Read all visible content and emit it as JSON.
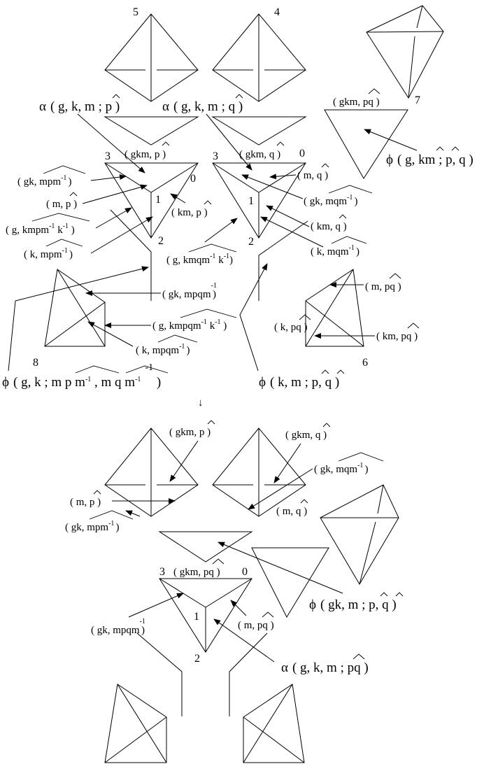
{
  "vertex_labels": {
    "tet_5": "5",
    "tet_4": "4",
    "tet_7": "7",
    "tet_8": "8",
    "tet_6": "6",
    "left_tri": {
      "v3": "3",
      "v0": "0",
      "v1": "1",
      "v2": "2"
    },
    "right_tri": {
      "v3": "3",
      "v0": "0",
      "v1": "1",
      "v2": "2"
    },
    "bottom_tri": {
      "v3": "3",
      "v0": "0",
      "v1": "1",
      "v2": "2"
    }
  },
  "top_labels": {
    "alpha_p": {
      "sym": "α",
      "args": "( g, k, m ; p )",
      "hatted": "p"
    },
    "alpha_q": {
      "sym": "α",
      "args": "( g, k, m ; q )",
      "hatted": "q"
    },
    "gkm_pq_top": {
      "args": "( gkm, pq )",
      "hatted": "pq"
    },
    "phi_g_km": {
      "sym": "ϕ",
      "args": "( g, km ; p, q )",
      "hatted": "p, q"
    },
    "gkm_p": {
      "args": "( gkm, p )",
      "hatted": "p"
    },
    "gkm_q": {
      "args": "( gkm, q )",
      "hatted": "q"
    },
    "gk_mpm": {
      "args": "( gk, mpm",
      "exp": "-1",
      "close": ")",
      "hatted": "mpm-1"
    },
    "m_p": {
      "args": "( m, p )",
      "hatted": "p"
    },
    "km_p": {
      "args": "( km, p )",
      "hatted": "p"
    },
    "g_kmpmk": {
      "args": "( g, kmpm",
      "exp1": "-1",
      "mid": " k",
      "exp2": "-1",
      "close": " )",
      "hatted": "kmpm-1k-1"
    },
    "k_mpm": {
      "args": "( k, mpm",
      "exp": "-1",
      "close": ")",
      "hatted": "mpm-1"
    },
    "m_q": {
      "args": "( m, q )",
      "hatted": "q"
    },
    "gk_mqm": {
      "args": "( gk, mqm",
      "exp": "-1",
      "close": ")",
      "hatted": "mqm-1"
    },
    "km_q": {
      "args": "( km, q )",
      "hatted": "q"
    },
    "k_mqm": {
      "args": "( k, mqm",
      "exp": "-1",
      "close": ")",
      "hatted": "mqm-1"
    },
    "g_kmqmk": {
      "args": "( g, kmqm",
      "exp1": "-1",
      "mid": " k",
      "exp2": "-1",
      "close": ")",
      "hatted": "kmqm-1k-1"
    },
    "gk_mpqm": {
      "args": "( gk, mpqm",
      "exp": "-1",
      "close": ")",
      "hatted": "mpqm-1"
    },
    "g_kmpqmk": {
      "args": "( g, kmpqm",
      "exp1": "-1",
      "mid": " k",
      "exp2": "-1",
      "close": " )",
      "hatted": "kmpqm-1k-1"
    },
    "k_mpqm": {
      "args": "( k, mpqm",
      "exp": "-1",
      "close": ")",
      "hatted": "mpqm-1"
    },
    "k_pq": {
      "args": "( k, pq )",
      "hatted": "pq"
    },
    "m_pq": {
      "args": "( m, pq )",
      "hatted": "pq"
    },
    "km_pq": {
      "args": "( km, pq )",
      "hatted": "pq"
    },
    "phi_g_k": {
      "sym": "ϕ",
      "args": "( g, k ; m p m",
      "exp1": "-1",
      "mid": " , m q m",
      "exp2": "-1",
      "exp3": "-1",
      "close": " )",
      "hatted": "m p m-1 , m q m-1"
    },
    "phi_k_m": {
      "sym": "ϕ",
      "args": "( k, m ; p, q )",
      "hatted": "p, q"
    }
  },
  "bottom_labels": {
    "gkm_p": {
      "args": "( gkm, p )",
      "hatted": "p"
    },
    "gkm_q": {
      "args": "( gkm, q )",
      "hatted": "q"
    },
    "gk_mqm": {
      "args": "( gk, mqm",
      "exp": "-1",
      "close": ")",
      "hatted": "mqm-1"
    },
    "m_p": {
      "args": "( m, p )",
      "hatted": "p"
    },
    "m_q": {
      "args": "( m, q )",
      "hatted": "q"
    },
    "gk_mpm": {
      "args": "( gk, mpm",
      "exp": "-1",
      "close": ")",
      "hatted": "mpm-1"
    },
    "gkm_pq": {
      "args": "( gkm, pq )",
      "hatted": "pq"
    },
    "phi_gk_m": {
      "sym": "ϕ",
      "args": "( gk, m ; p, q )",
      "hatted": "p, q"
    },
    "gk_mpqm": {
      "args": "( gk, mpqm",
      "exp": "-1",
      "close": ")"
    },
    "m_pq": {
      "args": "( m, pq )",
      "hatted": "pq"
    },
    "alpha_pq": {
      "sym": "α",
      "args": "( g, k, m ; pq )",
      "hatted": "pq"
    }
  },
  "arrow_symbol": "↓"
}
